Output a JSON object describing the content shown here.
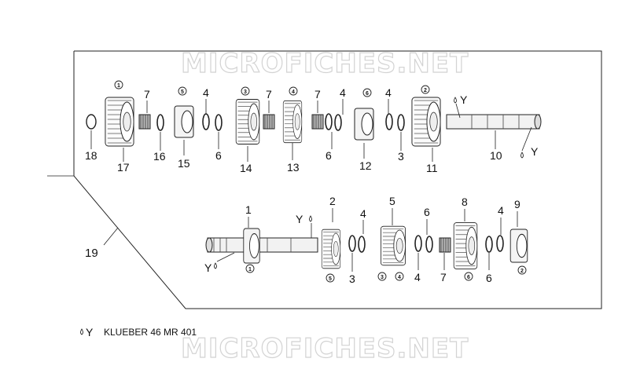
{
  "watermark": "MICROFICHES.NET",
  "frame_label": "19",
  "legend": {
    "symbol": "Y",
    "text": "KLUEBER 46 MR 401"
  },
  "upper_shaft": {
    "top_labels": [
      "7",
      "4",
      "7",
      "7",
      "4",
      "4"
    ],
    "circled_labels": [
      "1",
      "5",
      "3",
      "4",
      "6",
      "2"
    ],
    "bottom_labels": [
      "18",
      "17",
      "16",
      "15",
      "6",
      "14",
      "13",
      "6",
      "12",
      "3",
      "11",
      "10"
    ],
    "grease_marks": [
      "Y",
      "Y"
    ]
  },
  "lower_shaft": {
    "top_labels": [
      "1",
      "2",
      "4",
      "5",
      "6",
      "8",
      "4",
      "9"
    ],
    "circled_labels": [
      "1",
      "5",
      "3",
      "4",
      "6",
      "2"
    ],
    "bottom_labels": [
      "3",
      "4",
      "7",
      "6"
    ],
    "grease_marks": [
      "Y",
      "Y"
    ]
  }
}
